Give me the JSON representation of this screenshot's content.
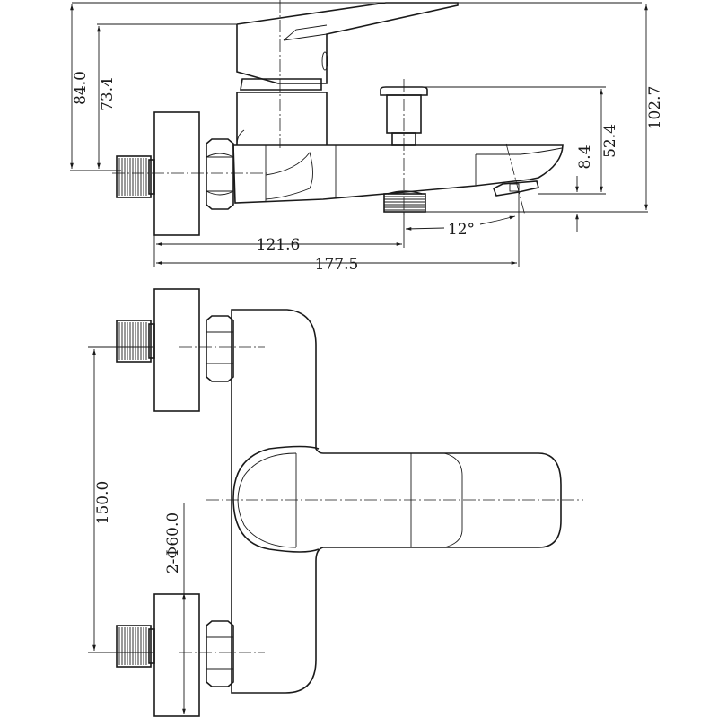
{
  "title": "Bath mixer dimension drawing",
  "side_view": {
    "dims": {
      "height_inlet_to_handle_top": "84.0",
      "height_inlet_to_body_top": "73.4",
      "total_height": "102.7",
      "diverter_height": "52.4",
      "spout_offset": "8.4",
      "wall_to_diverter": "121.6",
      "wall_to_spout_outlet": "177.5",
      "spout_angle": "12°"
    }
  },
  "front_view": {
    "dims": {
      "inlet_spacing": "150.0",
      "flange_diameter": "2-Φ60.0"
    }
  }
}
